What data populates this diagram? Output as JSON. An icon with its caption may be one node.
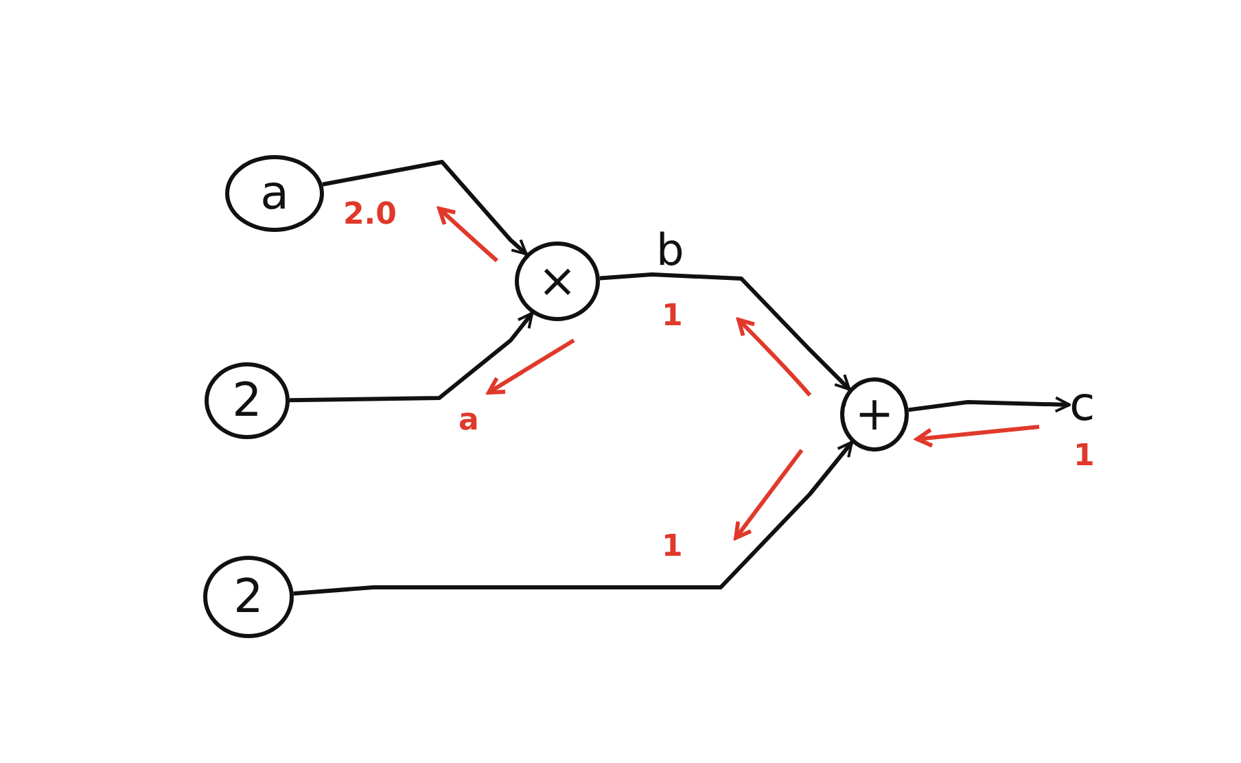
{
  "diagram": {
    "nodes": [
      {
        "text": [
          "a"
        ]
      },
      {
        "text": [
          "2"
        ]
      },
      {
        "text": [
          "2"
        ]
      },
      {
        "text": [
          "×"
        ]
      },
      {
        "text": [
          "+"
        ]
      },
      {
        "text": [
          "c"
        ]
      }
    ],
    "edges": [
      {
        "from": 0,
        "to": 3,
        "arrow": "to"
      },
      {
        "from": 1,
        "to": 3,
        "arrow": "to"
      },
      {
        "from": 3,
        "to": 4,
        "arrow": "to",
        "label": "b"
      },
      {
        "from": 2,
        "to": 4,
        "arrow": "to"
      },
      {
        "from": 4,
        "to": 5,
        "arrow": "to"
      }
    ],
    "labels": [
      "2.0",
      "a",
      "1",
      "1",
      "1"
    ]
  }
}
